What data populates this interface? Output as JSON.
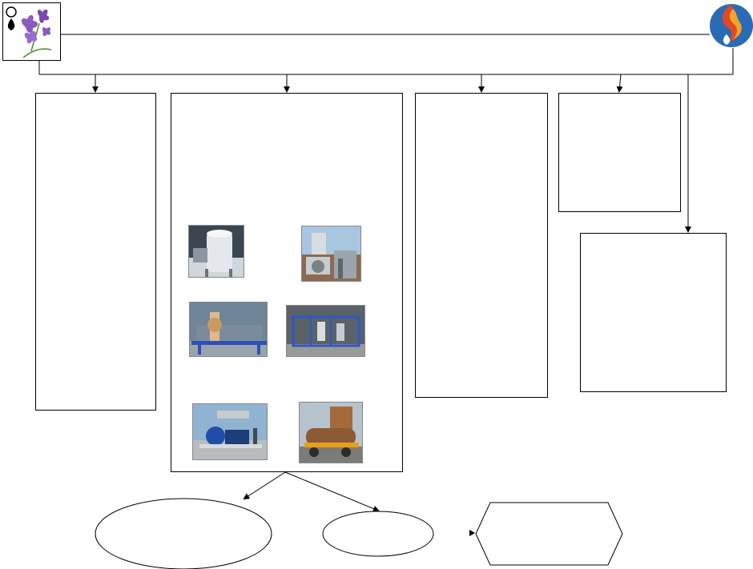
{
  "diagram": {
    "logos": {
      "left": {
        "icon": "iris-flower-oil-drop-logo"
      },
      "right": {
        "icon": "flame-water-swirl-logo"
      }
    },
    "boxes": [
      {
        "id": "box-1",
        "text": ""
      },
      {
        "id": "box-2",
        "text": ""
      },
      {
        "id": "box-3",
        "text": ""
      },
      {
        "id": "box-4",
        "text": ""
      },
      {
        "id": "box-5",
        "text": ""
      }
    ],
    "photos": [
      {
        "icon": "pressure-vessel-equipment-photo"
      },
      {
        "icon": "industrial-plant-photo"
      },
      {
        "icon": "filter-press-equipment-photo"
      },
      {
        "icon": "skid-mounted-module-photo"
      },
      {
        "icon": "pump-skid-photo"
      },
      {
        "icon": "rotary-drum-dryer-photo"
      }
    ],
    "bottom_shapes": [
      {
        "id": "ellipse-large",
        "text": ""
      },
      {
        "id": "ellipse-small",
        "text": ""
      },
      {
        "id": "hexagon",
        "text": ""
      }
    ]
  }
}
